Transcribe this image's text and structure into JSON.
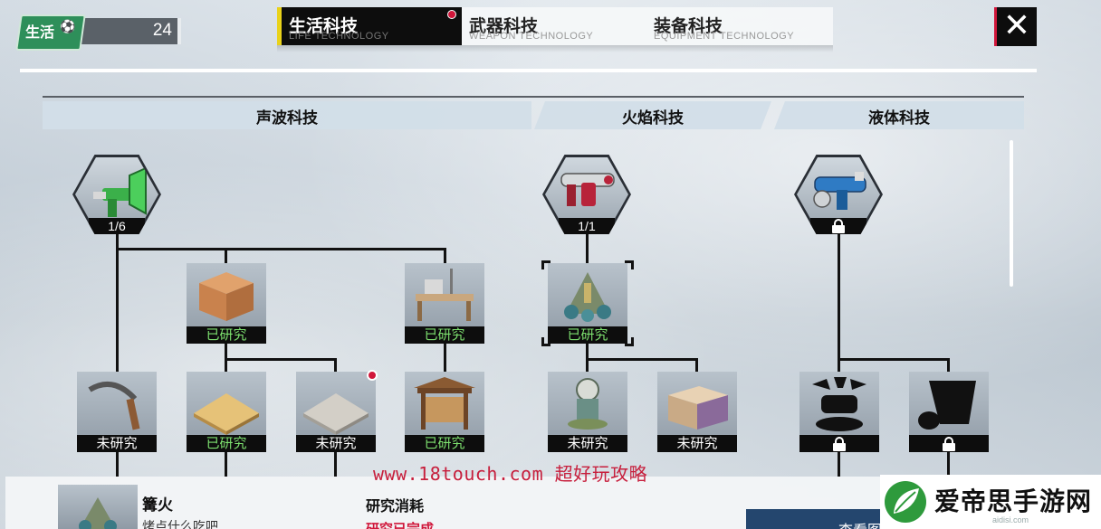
{
  "player": {
    "badge_label": "生活",
    "badge_icon": "⚽",
    "level": "24"
  },
  "tabs": [
    {
      "label": "生活科技",
      "sub": "LIFE TECHNOLOGY",
      "active": true,
      "has_dot": true
    },
    {
      "label": "武器科技",
      "sub": "WEAPON TECHNOLOGY",
      "active": false
    },
    {
      "label": "装备科技",
      "sub": "EQUIPMENT TECHNOLOGY",
      "active": false
    }
  ],
  "close_label": "✕",
  "categories": [
    {
      "label": "声波科技"
    },
    {
      "label": "火焰科技"
    },
    {
      "label": "液体科技"
    }
  ],
  "roots": [
    {
      "name": "sonic-gun",
      "count": "1/6",
      "locked": false
    },
    {
      "name": "flame-gun",
      "count": "1/1",
      "locked": false
    },
    {
      "name": "liquid-gun",
      "count": "",
      "locked": true
    }
  ],
  "items": {
    "wood_block": {
      "status": "已研究"
    },
    "workbench": {
      "status": "已研究"
    },
    "campfire_mid": {
      "status": "已研究"
    },
    "sickle": {
      "status": "未研究"
    },
    "wood_floor": {
      "status": "已研究"
    },
    "stone_floor": {
      "status": "未研究"
    },
    "notice_board": {
      "status": "已研究"
    },
    "lamp_machine": {
      "status": "未研究"
    },
    "storage_chest": {
      "status": "未研究"
    },
    "locked_one": {
      "status": ""
    },
    "locked_two": {
      "status": ""
    }
  },
  "detail": {
    "name": "篝火",
    "desc": "烤点什么吃吧",
    "cost_label": "研究消耗",
    "cost_value": "研究已完成",
    "button_label": "查看图"
  },
  "watermark": "www.18touch.com 超好玩攻略",
  "logo": {
    "text": "爱帝思手游网",
    "domain": "aidisi.com"
  },
  "colors": {
    "done": "#7de06f",
    "accent_red": "#d0163a",
    "tab_active_bar": "#e9d21a"
  }
}
